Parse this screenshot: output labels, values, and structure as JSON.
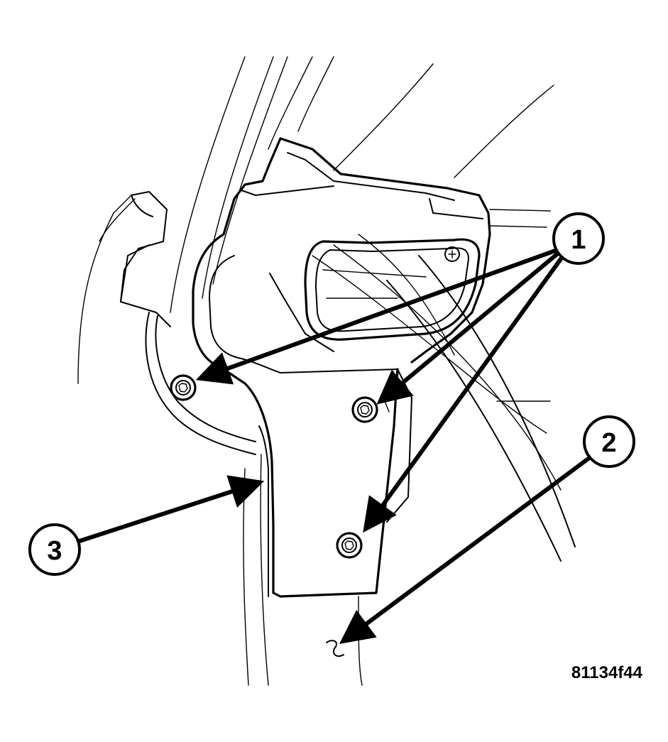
{
  "figure_id": "81134f44",
  "callouts": [
    {
      "label": "1"
    },
    {
      "label": "2"
    },
    {
      "label": "3"
    }
  ]
}
